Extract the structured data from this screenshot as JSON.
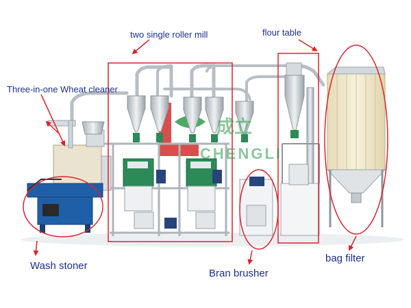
{
  "labels": {
    "roller_mill": "two single roller mill",
    "flour_table": "flour table",
    "wheat_cleaner": "Three-in-one Wheat cleaner",
    "wash_stoner": "Wash stoner",
    "bran_brusher": "Bran brusher",
    "bag_filter": "bag filter"
  },
  "watermark": {
    "letter": "L",
    "brand_text": "CHENGLI",
    "chinese_text": "成立"
  },
  "colors": {
    "label_text": "#1d2f8f",
    "highlight_red": "#d9232d",
    "steel": "#c9ced3",
    "machine_green": "#2b8a57",
    "wash_stoner_blue": "#1f5fa8",
    "bag_cloth": "#efe8c8",
    "watermark_red": "#d32f2f",
    "watermark_green": "#2e9b4a"
  }
}
